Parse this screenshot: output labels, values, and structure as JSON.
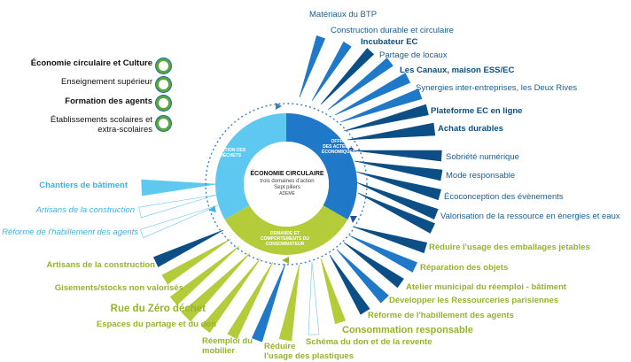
{
  "center": {
    "title": "ÉCONOMIE CIRCULAIRE",
    "line1": "trois domaines d'action",
    "line2": "Sept piliers",
    "line3": "ADEME"
  },
  "segments": {
    "waste_mgmt": [
      "GESTION DES",
      "DÉCHETS"
    ],
    "offer": [
      "OFFRE",
      "DES ACTEURS",
      "ÉCONOMIQUES"
    ],
    "demand": [
      "DEMANDE ET",
      "COMPORTEMENTS DU",
      "CONSOMMATEUR"
    ]
  },
  "legend": [
    {
      "label": "Économie circulaire et Culture"
    },
    {
      "label": "Enseignement  supérieur"
    },
    {
      "label": "Formation des agents"
    },
    {
      "label": "Établissements scolaires et",
      "label2": "extra-scolaires"
    }
  ],
  "offer_labels": [
    "Matériaux du BTP",
    "Construction durable et circulaire",
    "Incubateur EC",
    "Partage de locaux",
    "Les Canaux, maison ESS/EC",
    "Synergies inter-entreprises, les Deux Rives",
    "Plateforme EC en ligne",
    "Achats durables",
    "Sobriété numérique",
    "Mode responsable",
    "Écoconception des évènements",
    "Valorisation de la ressource en énergies et eaux"
  ],
  "waste_labels": [
    "Chantiers de bâtiment",
    "Artisans de la construction",
    "Réforme de l'habillement des agents"
  ],
  "demand_labels": [
    "Réduire l'usage des emballages jetables",
    "Réparation des objets",
    "Atelier municipal du réemploi - bâtiment",
    "Développer les Ressourceries parisiennes",
    "Réforme de l'habillement des agents",
    "Consommation responsable",
    "Schéma du don et de la revente",
    "Réduire",
    "l'usage des plastiques",
    "Réemploi du",
    "mobilier",
    "Espaces du partage et du don",
    "Rue du Zéro déchet",
    "Gisements/stocks non valorisés",
    "Artisans de la construction"
  ],
  "colors": {
    "cyan": "#5ec8f0",
    "blue": "#1f78c8",
    "darkblue": "#0b4f86",
    "green": "#b4cc3a",
    "ring_green": "#5aa53c"
  }
}
